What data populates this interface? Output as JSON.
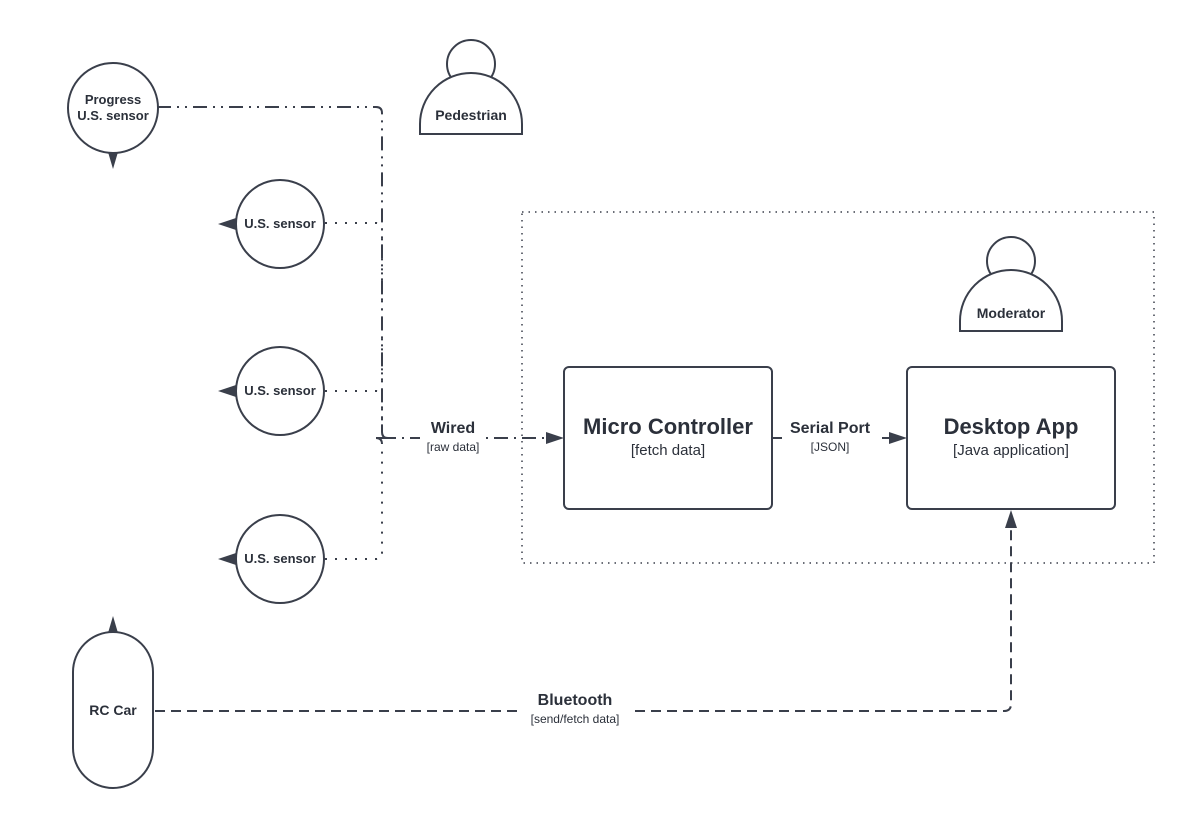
{
  "nodes": {
    "progress_sensor": {
      "line1": "Progress",
      "line2": "U.S. sensor"
    },
    "sensor_1": {
      "label": "U.S. sensor"
    },
    "sensor_2": {
      "label": "U.S. sensor"
    },
    "sensor_3": {
      "label": "U.S. sensor"
    },
    "pedestrian": {
      "label": "Pedestrian"
    },
    "moderator": {
      "label": "Moderator"
    },
    "rc_car": {
      "label": "RC Car"
    },
    "micro_controller": {
      "title": "Micro Controller",
      "subtitle": "[fetch data]"
    },
    "desktop_app": {
      "title": "Desktop App",
      "subtitle": "[Java application]"
    }
  },
  "edges": {
    "wired": {
      "label": "Wired",
      "sublabel": "[raw data]"
    },
    "serial": {
      "label": "Serial Port",
      "sublabel": "[JSON]"
    },
    "bluetooth": {
      "label": "Bluetooth",
      "sublabel": "[send/fetch data]"
    }
  }
}
